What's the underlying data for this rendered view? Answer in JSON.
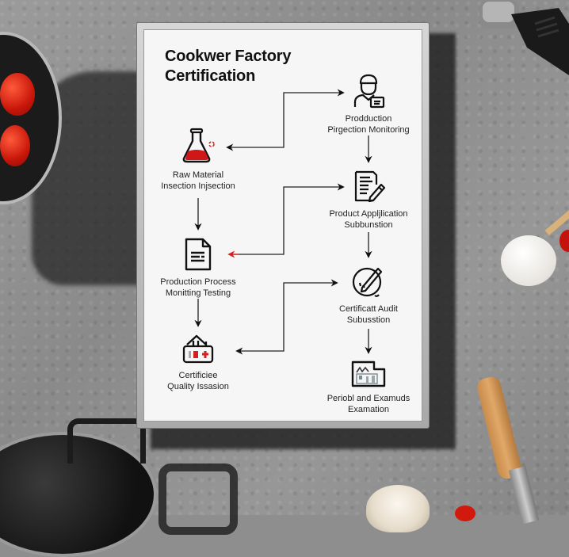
{
  "poster": {
    "title_line1": "Cookwer Factory",
    "title_line2": "Certification"
  },
  "nodes": [
    {
      "id": "production-inspection",
      "icon": "worker-icon",
      "line1": "Prodduction",
      "line2": "Pirgection Monitoring",
      "column": "right"
    },
    {
      "id": "raw-material",
      "icon": "flask-icon",
      "line1": "Raw Material",
      "line2": "Insection Injsection",
      "column": "left"
    },
    {
      "id": "product-application",
      "icon": "clipboard-pen-icon",
      "line1": "Product Appljlication",
      "line2": "Subbunstion",
      "column": "right"
    },
    {
      "id": "production-process",
      "icon": "document-icon",
      "line1": "Production Process",
      "line2": "Monitting Testing",
      "column": "left"
    },
    {
      "id": "certificate-audit",
      "icon": "seal-pen-icon",
      "line1": "Certificatt Audit",
      "line2": "Subusstion",
      "column": "right"
    },
    {
      "id": "certificate-quality",
      "icon": "factory-badge-icon",
      "line1": "Certificiee",
      "line2": "Quality Issasion",
      "column": "left"
    },
    {
      "id": "periodic-exam",
      "icon": "factory-chart-icon",
      "line1": "Periobl and Examuds",
      "line2": "Examation",
      "column": "right"
    }
  ],
  "connectors": [
    {
      "from": "raw-material",
      "to": "production-inspection",
      "style": "elbow-bidirectional",
      "color": "#111111"
    },
    {
      "from": "production-inspection",
      "to": "product-application",
      "style": "down",
      "color": "#111111"
    },
    {
      "from": "raw-material",
      "to": "production-process",
      "style": "down",
      "color": "#111111"
    },
    {
      "from": "product-application",
      "to": "production-process",
      "style": "elbow-bidirectional",
      "color": "#111111",
      "accent_head": "#d42020"
    },
    {
      "from": "product-application",
      "to": "certificate-audit",
      "style": "down",
      "color": "#111111"
    },
    {
      "from": "production-process",
      "to": "certificate-quality",
      "style": "down",
      "color": "#111111"
    },
    {
      "from": "certificate-quality",
      "to": "certificate-audit",
      "style": "elbow-bidirectional",
      "color": "#111111"
    },
    {
      "from": "certificate-audit",
      "to": "periodic-exam",
      "style": "down",
      "color": "#111111"
    }
  ],
  "colors": {
    "accent_red": "#d42020",
    "ink": "#111111",
    "panel": "#f6f6f6",
    "frame": "#b5b5b5"
  }
}
